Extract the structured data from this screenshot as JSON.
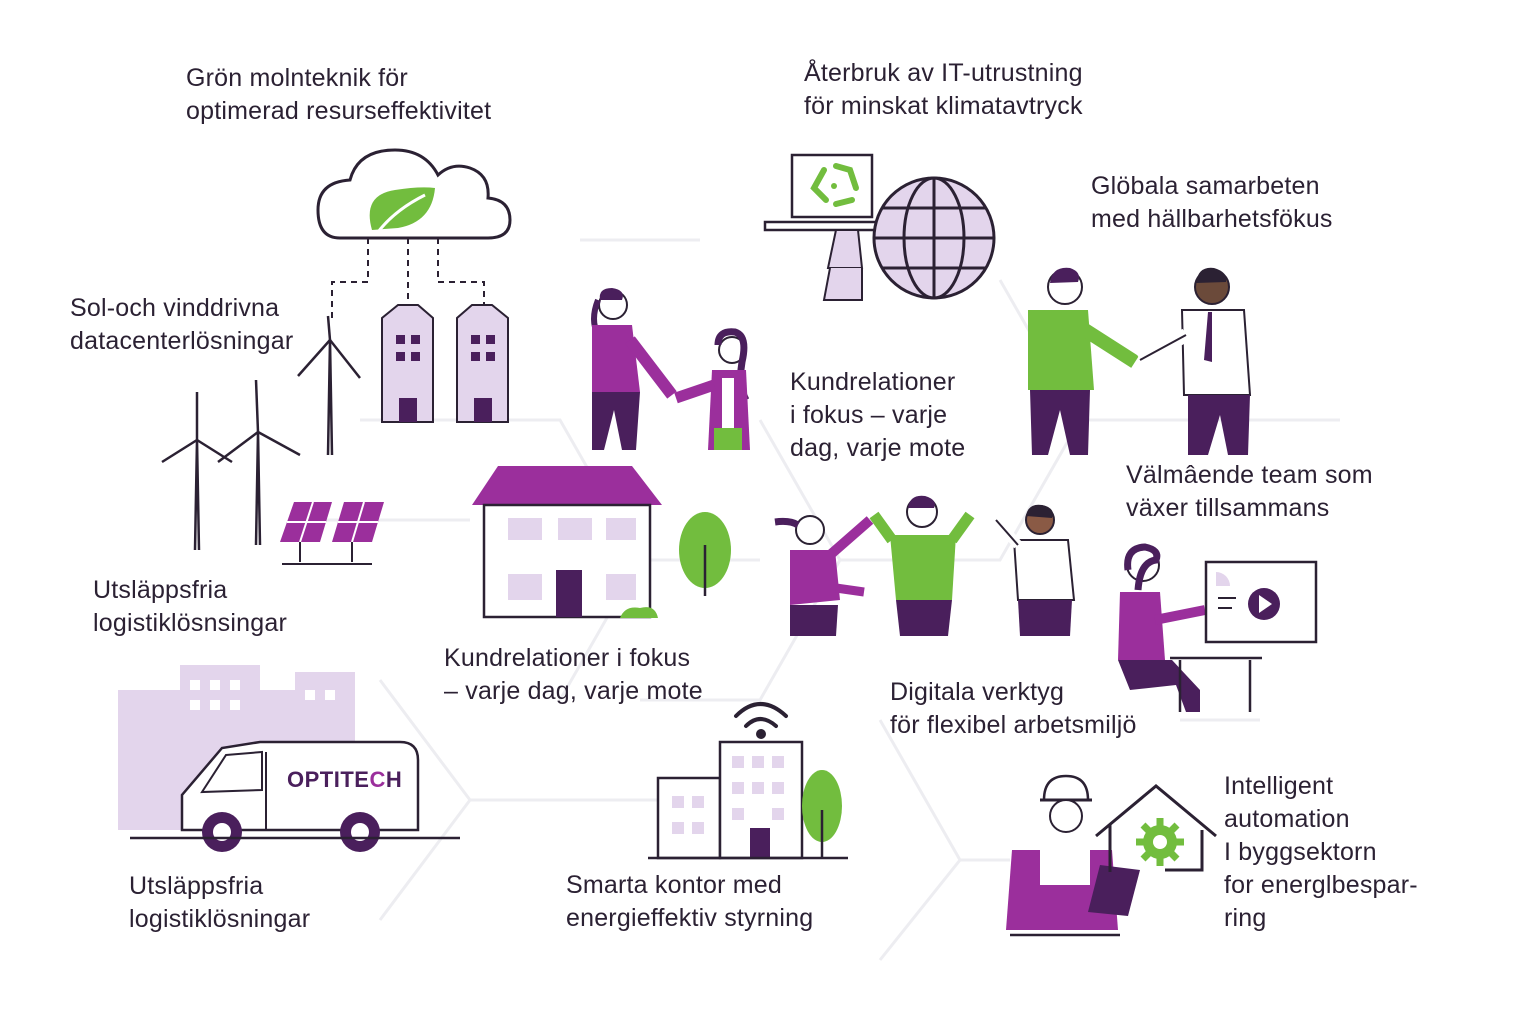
{
  "labels": {
    "cloud": "Grön molnteknik för\noptimerad resurseffektivitet",
    "recycle_it": "Återbruk av IT-utrustning\nför minskat klimatavtryck",
    "global": "Glöbala samarbeten\nmed hällbarhetsfökus",
    "datacenter": "Sol-och vinddrivna\ndatacenterlösningar",
    "customer_top": "Kundrelationer\ni fokus – varje\ndag, varje mote",
    "wellbeing": "Välmâende team som\nväxer tillsammans",
    "logistics_top": "Utsläppsfria\nlogistiklösnsingar",
    "customer_mid": "Kundrelationer i fokus\n– varje dag, varje mote",
    "digital": "Digitala verktyg\nför flexibel arbetsmiljö",
    "logistics_bottom": "Utsläppsfria\nlogistiklösningar",
    "smart_office": "Smarta kontor med\nenergieffektiv styrning",
    "automation": "Intelligent\nautomation\nI byggsektorn\nfor energlbespar-\nring"
  },
  "brand": {
    "name_main": "OPTITE",
    "name_accent": "C",
    "name_end": "H"
  },
  "colors": {
    "purple": "#9b2f9c",
    "dark_purple": "#4a1f5c",
    "light_purple": "#e3d5ec",
    "green": "#72bd3e",
    "line": "#2b2133",
    "background": "#ffffff"
  },
  "icons": [
    "cloud-leaf-icon",
    "recycle-icon",
    "globe-icon",
    "wind-turbine-icon",
    "solar-panel-icon",
    "wifi-icon",
    "gear-icon",
    "tablet-icon",
    "video-play-icon"
  ]
}
